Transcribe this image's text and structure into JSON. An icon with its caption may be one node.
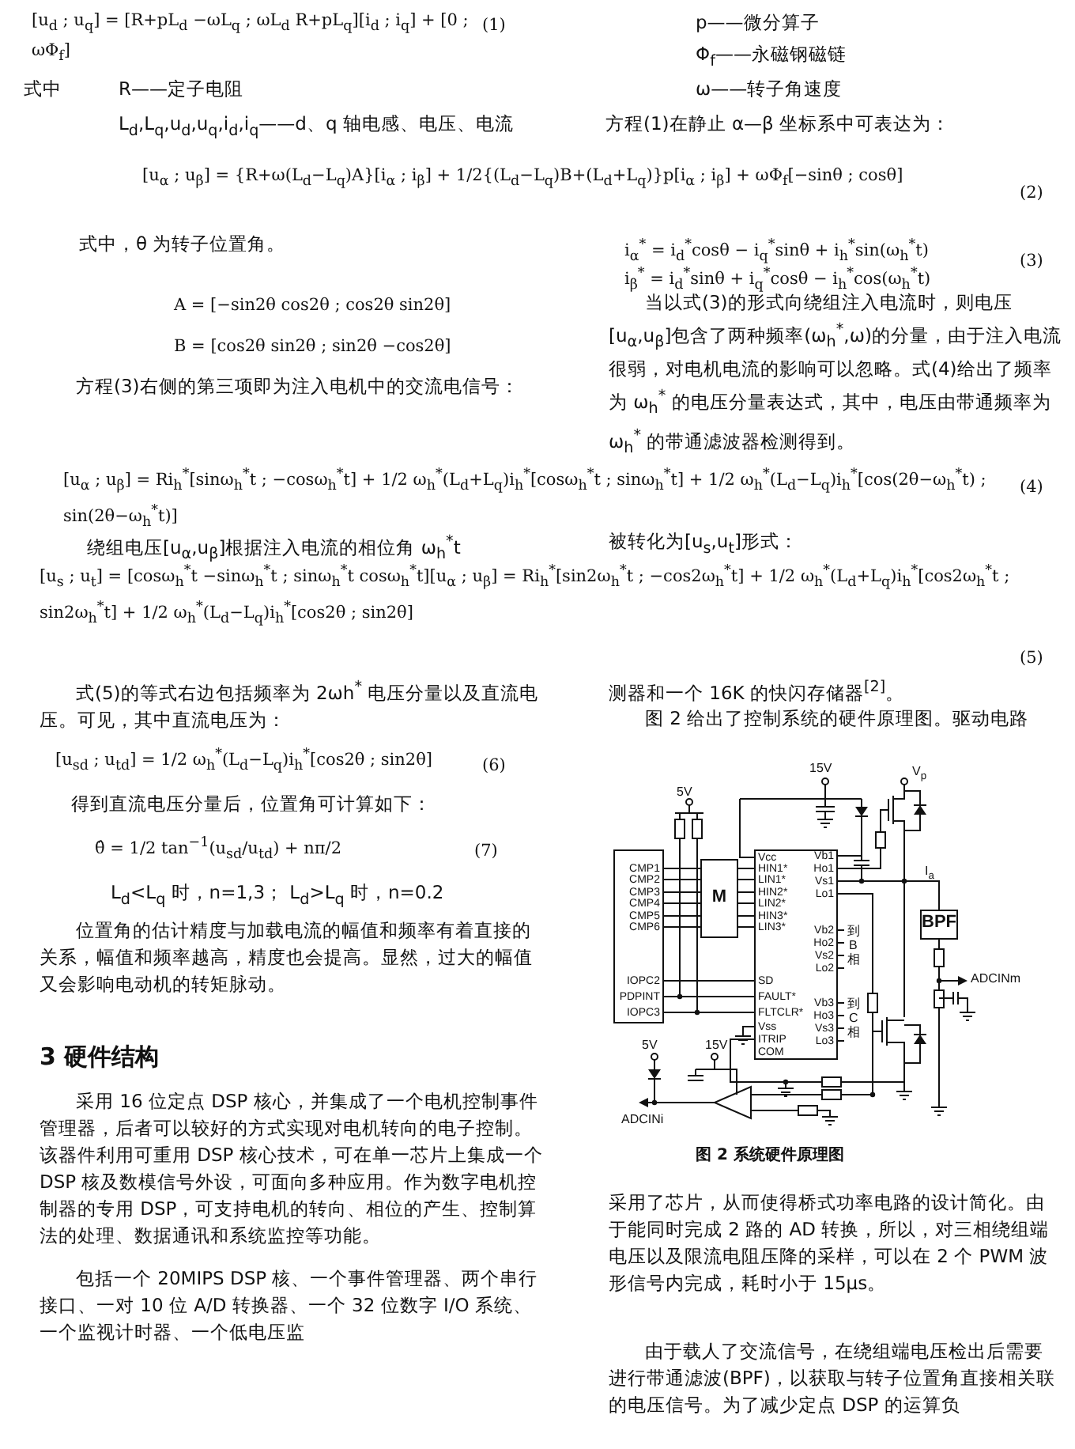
{
  "diagram": {
    "nodes": [
      {
        "text": [
          "CMP1",
          "CMP2",
          "CMP3",
          "CMP4",
          "CMP5",
          "CMP6",
          "IOPC2",
          "PDPINT",
          "IOPC3"
        ]
      },
      {
        "text": [
          "M"
        ]
      },
      {
        "text": [
          "Vcc",
          "HIN1*",
          "LIN1*",
          "HIN2*",
          "LIN2*",
          "HIN3*",
          "LIN3*",
          "SD",
          "FAULT*",
          "FLTCLR*",
          "Vss",
          "ITRIP",
          "COM",
          "Vb1",
          "Ho1",
          "Vs1",
          "Lo1",
          "Vb2",
          "Ho2",
          "Vs2",
          "Lo2",
          "Vb3",
          "Ho3",
          "Vs3",
          "Lo3"
        ]
      },
      {
        "text": [
          "BPF"
        ]
      }
    ],
    "edges": [
      {
        "from": 0,
        "to": 1,
        "arrow": "none"
      },
      {
        "from": 0,
        "to": 1,
        "arrow": "none"
      },
      {
        "from": 0,
        "to": 1,
        "arrow": "none"
      },
      {
        "from": 0,
        "to": 1,
        "arrow": "none"
      },
      {
        "from": 0,
        "to": 1,
        "arrow": "none"
      },
      {
        "from": 0,
        "to": 1,
        "arrow": "none"
      },
      {
        "from": 1,
        "to": 2,
        "arrow": "none"
      },
      {
        "from": 1,
        "to": 2,
        "arrow": "none"
      },
      {
        "from": 1,
        "to": 2,
        "arrow": "none"
      },
      {
        "from": 1,
        "to": 2,
        "arrow": "none"
      },
      {
        "from": 1,
        "to": 2,
        "arrow": "none"
      },
      {
        "from": 1,
        "to": 2,
        "arrow": "none"
      },
      {
        "from": 0,
        "to": 2,
        "arrow": "none"
      },
      {
        "from": 0,
        "to": 2,
        "arrow": "none"
      },
      {
        "from": 0,
        "to": 2,
        "arrow": "none"
      },
      {
        "from": 2,
        "to": 3,
        "arrow": "none"
      }
    ],
    "labels": [
      "[u$_{d}$ ; u$_{q}$] = [R+pL$_{d}$  −ωL$_{q}$ ; ωL$_{d}$  R+pL$_{q}$][i$_{d}$ ; i$_{q}$] + [0 ; ωΦ$_{f}$]",
      "(1)",
      "p——微分算子",
      "Φ$_{f}$——永磁钢磁链",
      "式中",
      "R——定子电阻",
      "ω——转子角速度",
      "L$_{d}$,L$_{q}$,u$_{d}$,u$_{q}$,i$_{d}$,i$_{q}$——d、q 轴电感、电压、电流",
      "方程(1)在静止 α—β 坐标系中可表达为：",
      "[u$_{α}$ ; u$_{β}$] = {R+ω(L$_{d}$−L$_{q}$)A}[i$_{α}$ ; i$_{β}$] + 1/2{(L$_{d}$−L$_{q}$)B+(L$_{d}$+L$_{q}$)}p[i$_{α}$ ; i$_{β}$] + ωΦ$_{f}$[−sinθ ; cosθ]",
      "(2)",
      "式中，θ 为转子位置角。",
      "i$_{α}$$^{*}$ = i$_{d}$$^{*}$cosθ − i$_{q}$$^{*}$sinθ + i$_{h}$$^{*}$sin(ω$_{h}$$^{*}$t)",
      "i$_{β}$$^{*}$ = i$_{d}$$^{*}$sinθ + i$_{q}$$^{*}$cosθ − i$_{h}$$^{*}$cos(ω$_{h}$$^{*}$t)",
      "(3)",
      "A = [−sin2θ  cos2θ ; cos2θ  sin2θ]",
      "当以式(3)的形式向绕组注入电流时，则电压[u$_{α}$,u$_{β}$]包含了两种频率(ω$_{h}$$^{*}$,ω)的分量，由于注入电流很弱，对电机电流的影响可以忽略。式(4)给出了频率为 ω$_{h}$$^{*}$ 的电压分量表达式，其中，电压由带通频率为 ω$_{h}$$^{*}$ 的带通滤波器检测得到。",
      "B = [cos2θ  sin2θ ; sin2θ  −cos2θ]",
      "方程(3)右侧的第三项即为注入电机中的交流电信号：",
      "[u$_{α}$ ; u$_{β}$] = Ri$_{h}$$^{*}$[sinω$_{h}$$^{*}$t ; −cosω$_{h}$$^{*}$t] + 1/2 ω$_{h}$$^{*}$(L$_{d}$+L$_{q}$)i$_{h}$$^{*}$[cosω$_{h}$$^{*}$t ; sinω$_{h}$$^{*}$t] + 1/2 ω$_{h}$$^{*}$(L$_{d}$−L$_{q}$)i$_{h}$$^{*}$[cos(2θ−ω$_{h}$$^{*}$t) ; sin(2θ−ω$_{h}$$^{*}$t)]",
      "(4)",
      "绕组电压[u$_{α}$,u$_{β}$]根据注入电流的相位角 ω$_{h}$$^{*}$t",
      "被转化为[u$_{s}$,u$_{t}$]形式：",
      "[u$_{s}$ ; u$_{t}$] = [cosω$_{h}$$^{*}$t  −sinω$_{h}$$^{*}$t ; sinω$_{h}$$^{*}$t  cosω$_{h}$$^{*}$t][u$_{α}$ ; u$_{β}$] = Ri$_{h}$$^{*}$[sin2ω$_{h}$$^{*}$t ; −cos2ω$_{h}$$^{*}$t] + 1/2 ω$_{h}$$^{*}$(L$_{d}$+L$_{q}$)i$_{h}$$^{*}$[cos2ω$_{h}$$^{*}$t ; sin2ω$_{h}$$^{*}$t] + 1/2 ω$_{h}$$^{*}$(L$_{d}$−L$_{q}$)i$_{h}$$^{*}$[cos2θ ; sin2θ]",
      "(5)",
      "式(5)的等式右边包括频率为 2ωh$^{*}$ 电压分量以及直流电压。可见，其中直流电压为：",
      "测器和一个 16K 的快闪存储器$^{[2]}$。",
      "图 2 给出了控制系统的硬件原理图。驱动电路",
      "[u$_{sd}$ ; u$_{td}$] = 1/2 ω$_{h}$$^{*}$(L$_{d}$−L$_{q}$)i$_{h}$$^{*}$[cos2θ ; sin2θ]",
      "(6)",
      "得到直流电压分量后，位置角可计算如下：",
      "θ̂ = 1/2 tan$^{−1}$(u$_{sd}$/u$_{td}$) + nπ/2",
      "(7)",
      "L$_{d}$<L$_{q}$ 时，n=1,3；  L$_{d}$>L$_{q}$ 时，n=0.2",
      "位置角的估计精度与加载电流的幅值和频率有着直接的关系，幅值和频率越高，精度也会提高。显然，过大的幅值又会影响电动机的转矩脉动。",
      "3  硬件结构",
      "采用 16 位定点 DSP 核心，并集成了一个电机控制事件管理器，后者可以较好的方式实现对电机转向的电子控制。该器件利用可重用 DSP 核心技术，可在单一芯片上集成一个 DSP 核及数模信号外设，可面向多种应用。作为数字电机控制器的专用 DSP，可支持电机的转向、相位的产生、控制算法的处理、数据通讯和系统监控等功能。",
      "包括一个 20MIPS DSP 核、一个事件管理器、两个串行接口、一对 10 位 A/D 转换器、一个 32 位数字 I/O 系统、一个监视计时器、一个低电压监",
      "5V",
      "15V",
      "V$_{p}$",
      "I$_{a}$",
      "到",
      "B",
      "相",
      "ADCINm",
      "到",
      "C",
      "相",
      "5V",
      "15V",
      "ADCINi",
      "图 2  系统硬件原理图",
      "采用了芯片，从而使得桥式功率电路的设计简化。由于能同时完成 2 路的 AD 转换，所以，对三相绕组端电压以及限流电阻压降的采样，可以在 2 个 PWM 波形信号内完成，耗时小于 15μs。",
      "由于载人了交流信号，在绕组端电压检出后需要进行带通滤波(BPF)，以获取与转子位置角直接相关联的电压信号。为了减少定点 DSP 的运算负"
    ]
  }
}
